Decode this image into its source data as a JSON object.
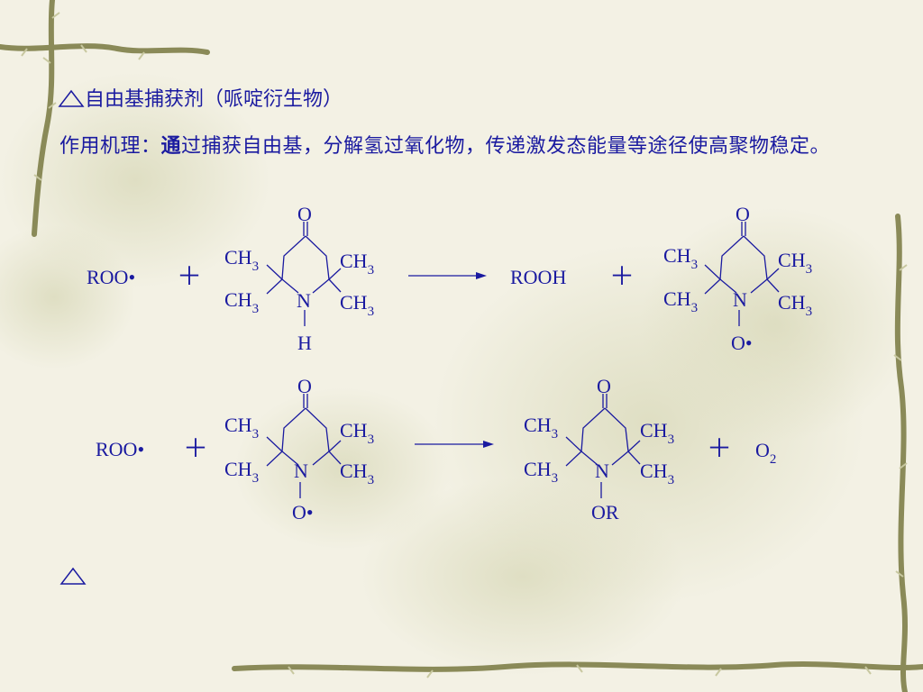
{
  "heading": {
    "text": "自由基捕获剂（哌啶衍生物）"
  },
  "paragraph": {
    "label": "作用机理：",
    "bold": "通",
    "rest": "过捕获自由基，分解氢过氧化物，传递激发态能量等途径使高聚物稳定。"
  },
  "scheme": {
    "roo": "ROO•",
    "rooh": "ROOH",
    "plus": "＋",
    "o": "O",
    "n": "N",
    "h": "H",
    "onitroxyl": "O•",
    "or": "OR",
    "ch": "CH",
    "sub3": "3",
    "o2": "O",
    "sub2": "2"
  },
  "colors": {
    "text": "#1a1aa0",
    "background": "#f3f1e4",
    "vine": "#8a8a58"
  },
  "icons": [
    "triangle-outline-icon",
    "bamboo-vine-decoration"
  ]
}
